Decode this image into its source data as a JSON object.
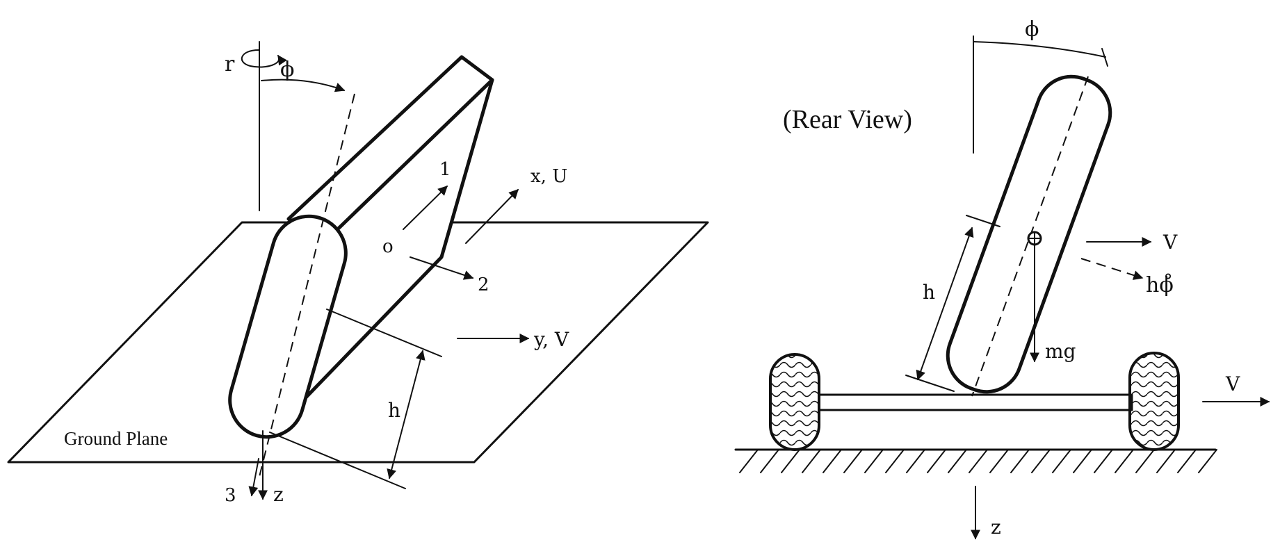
{
  "left_view": {
    "yaw_label": "r",
    "roll_label": "ϕ",
    "axis_1": "1",
    "axis_2": "2",
    "axis_3": "3",
    "origin": "o",
    "x_axis": "x, U",
    "y_axis": "y, V",
    "z_axis": "z",
    "height": "h",
    "ground_plane": "Ground Plane"
  },
  "right_view": {
    "title": "(Rear View)",
    "roll_label": "ϕ",
    "height": "h",
    "lateral_velocity": "V",
    "roll_rate_term": "hϕ̊",
    "weight": "mg",
    "vehicle_velocity": "V",
    "z_axis": "z"
  }
}
